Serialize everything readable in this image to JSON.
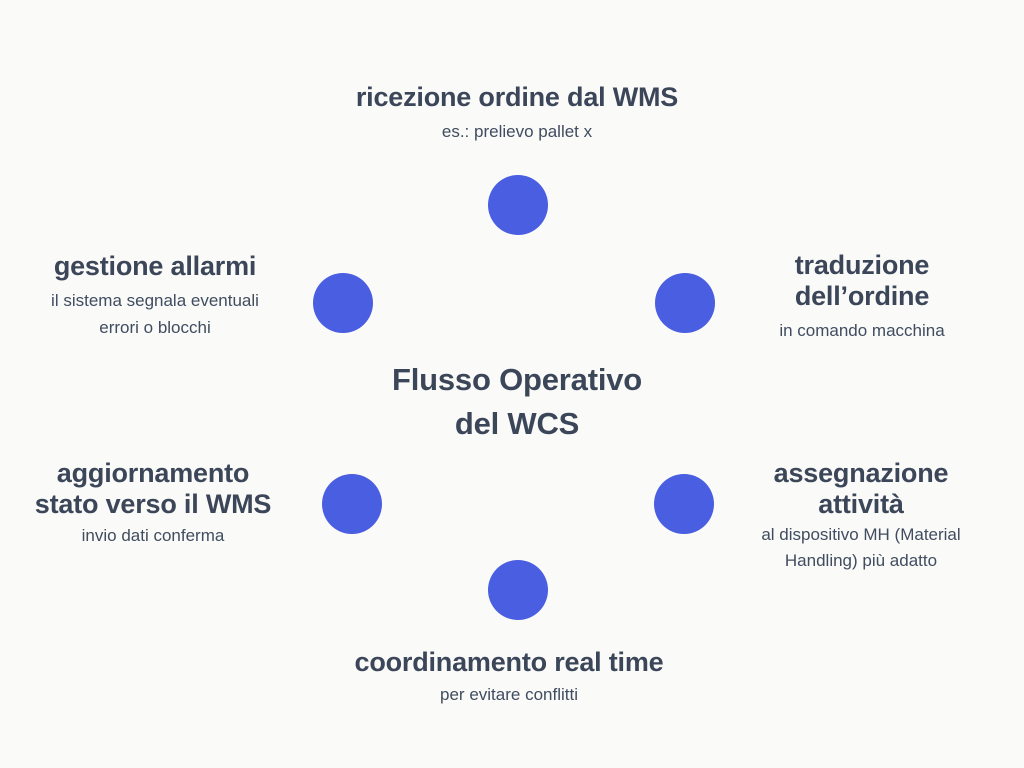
{
  "colors": {
    "background": "#fafaf9",
    "dot": "#4a5ee2",
    "heading": "#3c4659",
    "subtitle": "#404c5f"
  },
  "center_title": {
    "lines": [
      "Flusso Operativo",
      "del WCS"
    ]
  },
  "nodes": {
    "top": {
      "title_lines": [
        "ricezione ordine dal WMS"
      ],
      "subtitle_lines": [
        "es.: prelievo pallet x"
      ]
    },
    "upper_right": {
      "title_lines": [
        "traduzione",
        "dell’ordine"
      ],
      "subtitle_lines": [
        "in comando macchina"
      ]
    },
    "lower_right": {
      "title_lines": [
        "assegnazione",
        "attività"
      ],
      "subtitle_lines": [
        "al dispositivo MH (Material",
        "Handling) più adatto"
      ]
    },
    "bottom": {
      "title_lines": [
        "coordinamento real time"
      ],
      "subtitle_lines": [
        "per evitare conflitti"
      ]
    },
    "lower_left": {
      "title_lines": [
        "aggiornamento",
        "stato verso il WMS"
      ],
      "subtitle_lines": [
        "invio dati conferma"
      ]
    },
    "upper_left": {
      "title_lines": [
        "gestione allarmi"
      ],
      "subtitle_lines": [
        "il sistema segnala eventuali",
        "errori o blocchi"
      ]
    }
  }
}
